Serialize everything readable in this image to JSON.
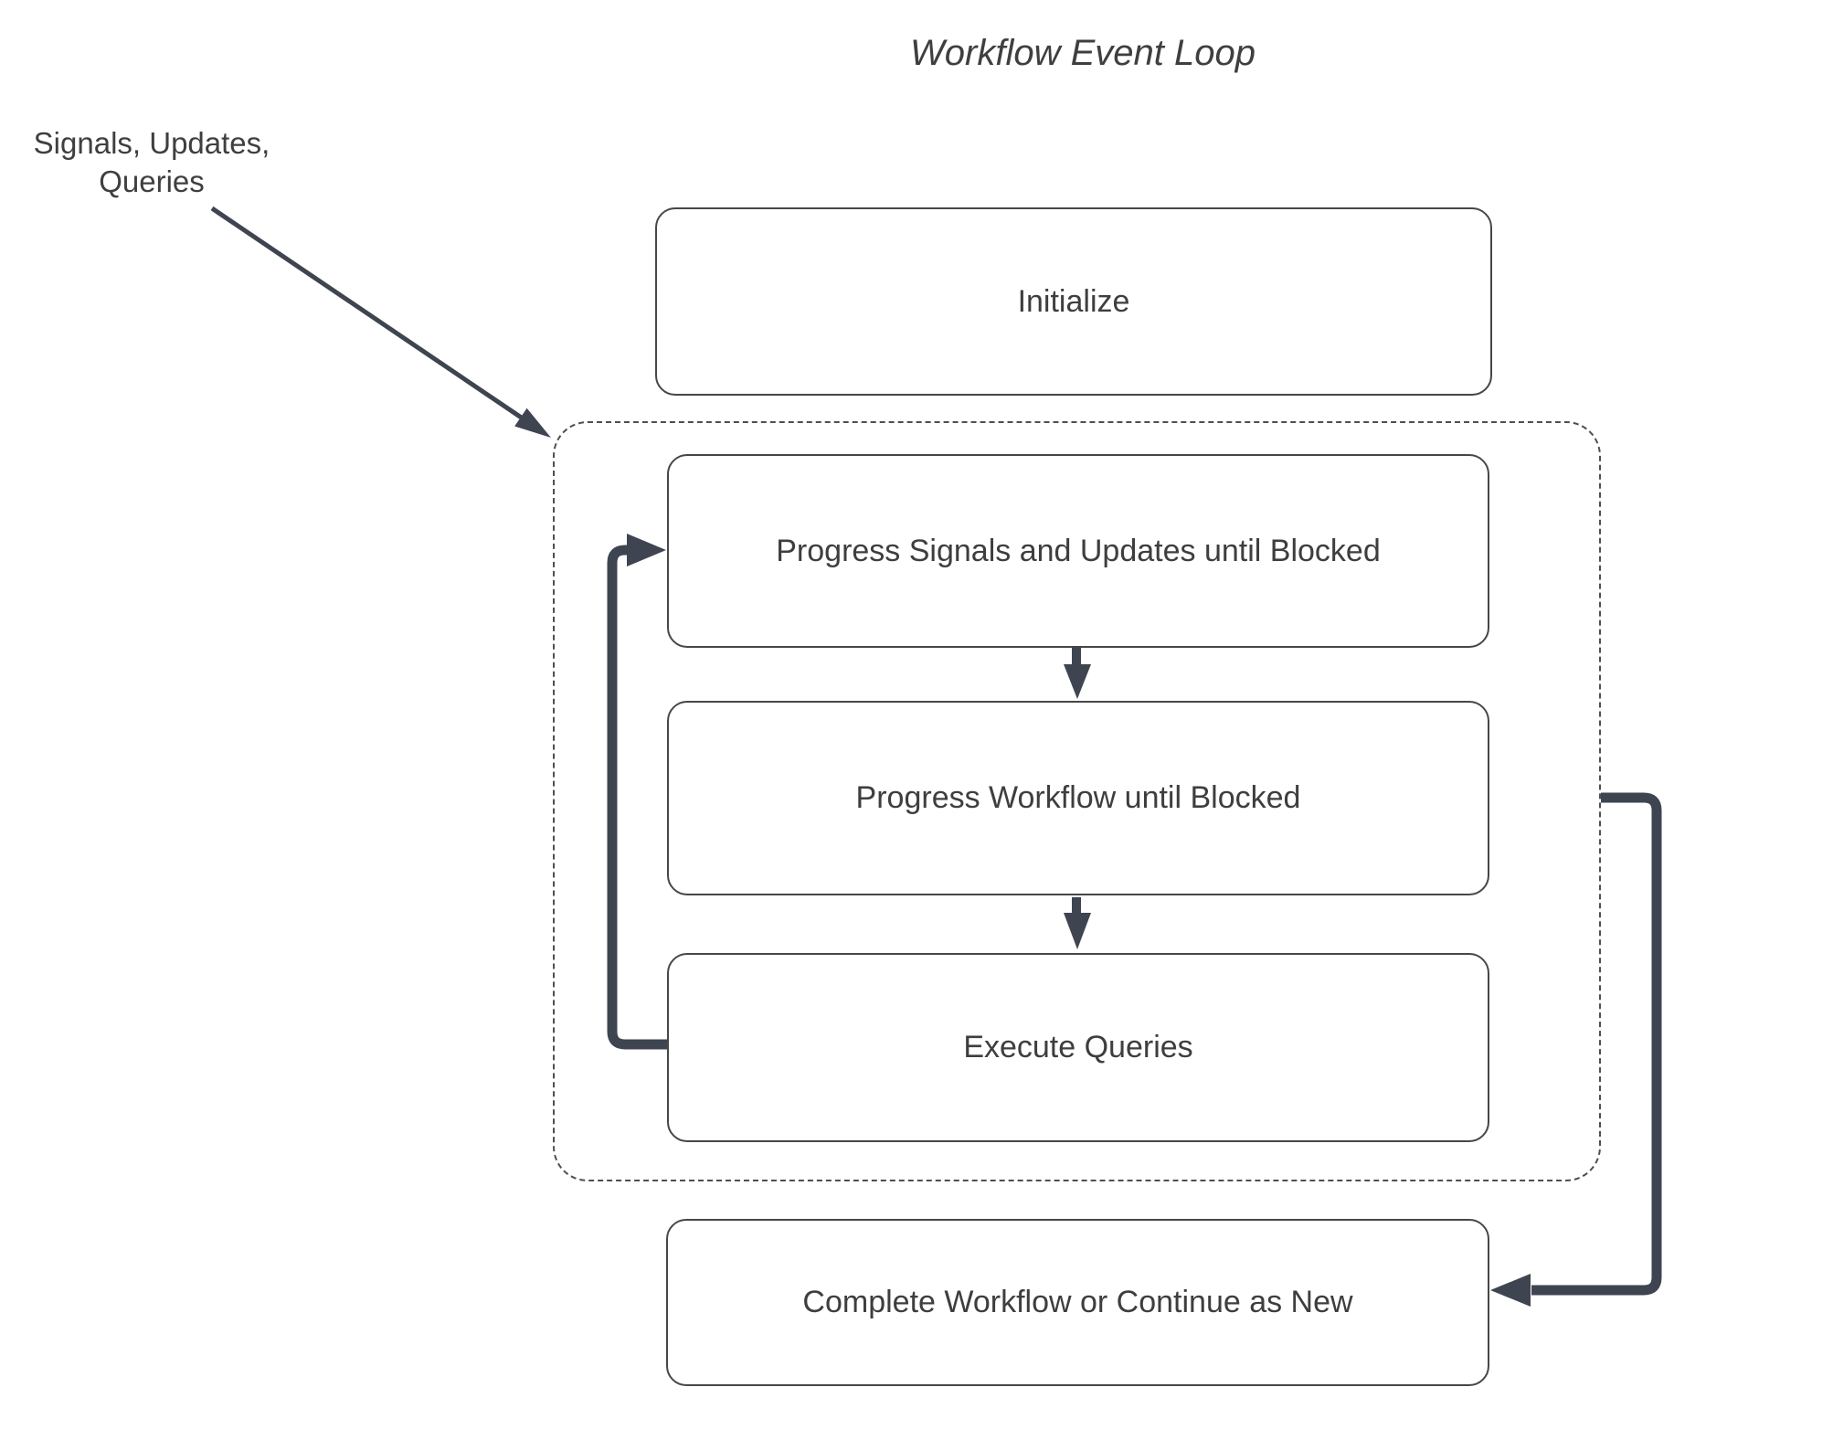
{
  "title": "Workflow Event Loop",
  "annotation": {
    "label": "Signals, Updates,\nQueries"
  },
  "nodes": {
    "initialize": "Initialize",
    "progress_signals": "Progress Signals and Updates until Blocked",
    "progress_workflow": "Progress Workflow until Blocked",
    "execute_queries": "Execute Queries",
    "complete": "Complete Workflow or Continue as New"
  },
  "colors": {
    "arrow": "#3e4450",
    "box_border": "#474747",
    "dashed_border": "#4f4f4f",
    "text": "#3e3e3e",
    "background": "#ffffff"
  }
}
